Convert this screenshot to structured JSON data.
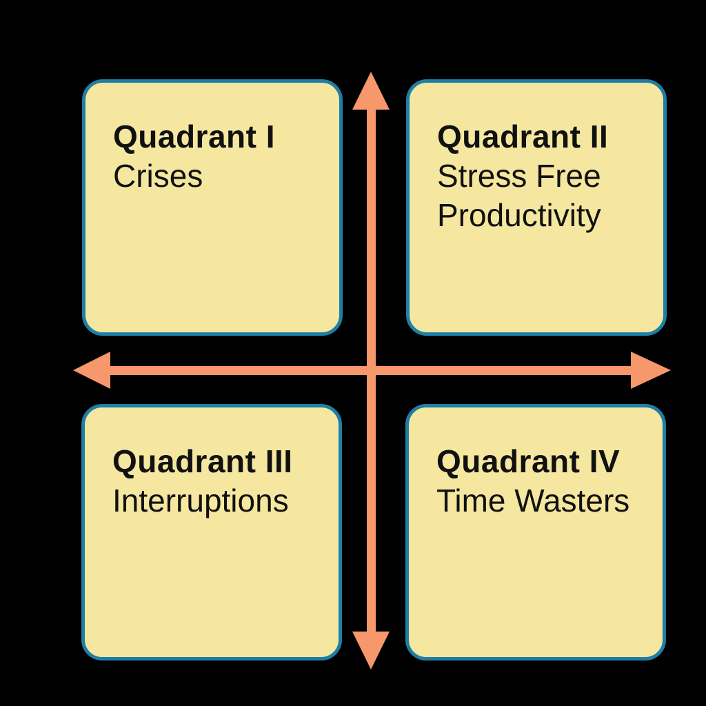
{
  "diagram": {
    "kind": "time-management-quadrant-matrix",
    "quadrants": [
      {
        "id": "I",
        "title": "Quadrant I",
        "description": "Crises",
        "position": "top-left"
      },
      {
        "id": "II",
        "title": "Quadrant II",
        "description": "Stress Free Productivity",
        "position": "top-right"
      },
      {
        "id": "III",
        "title": "Quadrant III",
        "description": "Interruptions",
        "position": "bottom-left"
      },
      {
        "id": "IV",
        "title": "Quadrant IV",
        "description": "Time Wasters",
        "position": "bottom-right"
      }
    ],
    "axes": {
      "vertical_arrow": "double-headed-arrow-vertical",
      "horizontal_arrow": "double-headed-arrow-horizontal"
    }
  },
  "colors": {
    "background": "#000000",
    "box_fill": "#F5E7A0",
    "box_border": "#1F7EA6",
    "arrow": "#F6976C",
    "text": "#111111"
  }
}
